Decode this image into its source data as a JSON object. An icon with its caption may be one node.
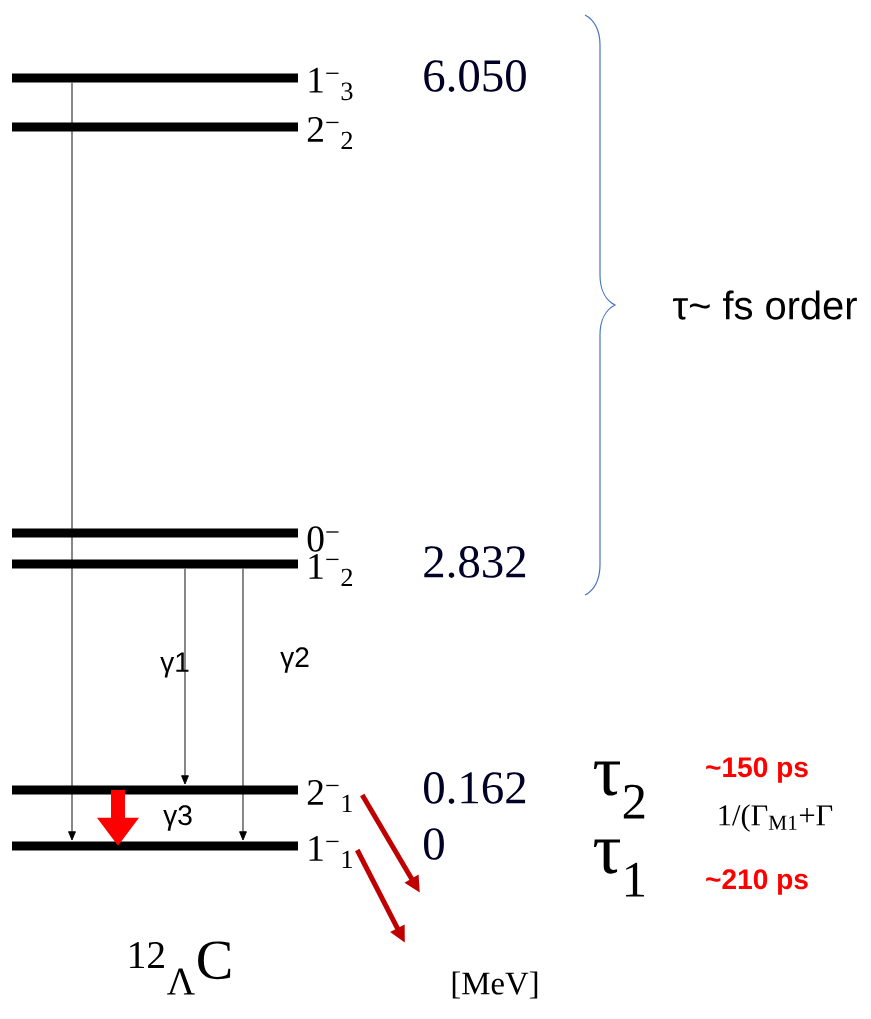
{
  "diagram": {
    "nodes": [
      {
        "text": [
          "1$^{−}$$_{3}$"
        ],
        "beside": [
          "6.050"
        ]
      },
      {
        "text": [
          "2$^{−}$$_{2}$"
        ]
      },
      {
        "text": [
          "0$^{−}$"
        ]
      },
      {
        "text": [
          "1$^{−}$$_{2}$"
        ],
        "beside": [
          "2.832"
        ]
      },
      {
        "text": [
          "2$^{−}$$_{1}$"
        ],
        "beside": [
          "0.162"
        ]
      },
      {
        "text": [
          "1$^{−}$$_{1}$"
        ],
        "beside": [
          "0"
        ]
      }
    ],
    "edges": [
      {
        "from": 0,
        "to": 5,
        "arrow": "to"
      },
      {
        "from": 3,
        "to": 4,
        "arrow": "to",
        "label": "γ1"
      },
      {
        "from": 3,
        "to": 5,
        "arrow": "to",
        "label": "γ2"
      },
      {
        "from": 4,
        "to": 5,
        "arrow": "to",
        "label": "γ3",
        "style": "thick",
        "color": "#ff0000"
      },
      {
        "from": 4,
        "to": null,
        "arrow": "to",
        "style": "thick",
        "color": "#c00000"
      },
      {
        "from": 5,
        "to": null,
        "arrow": "to",
        "style": "thick",
        "color": "#c00000"
      }
    ],
    "labels": [
      "τ~ fs order",
      "τ$_{2}$",
      "~150 ps",
      "1/(Γ$_{M1}$+Γ",
      "τ$_{1}$",
      "~210 ps",
      "$^{12}$$_{Λ}$C",
      "[MeV]"
    ]
  }
}
